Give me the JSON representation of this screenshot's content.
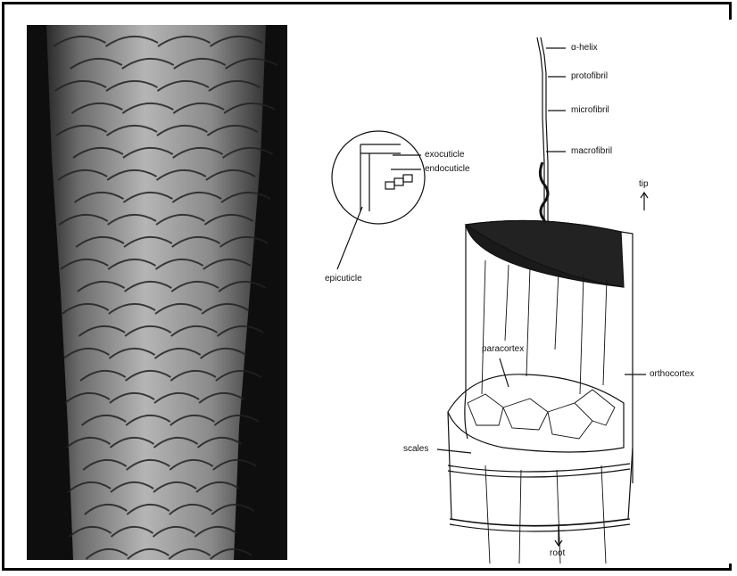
{
  "figure": {
    "labels": {
      "alpha_helix": "α-helix",
      "protofibril": "protofibril",
      "microfibril": "microfibril",
      "macrofibril": "macrofibril",
      "exocuticle": "exocuticle",
      "endocuticle": "endocuticle",
      "epicuticle": "epicuticle",
      "tip": "tip",
      "paracortex": "paracortex",
      "orthocortex": "orthocortex",
      "scales": "scales",
      "root": "root"
    }
  }
}
